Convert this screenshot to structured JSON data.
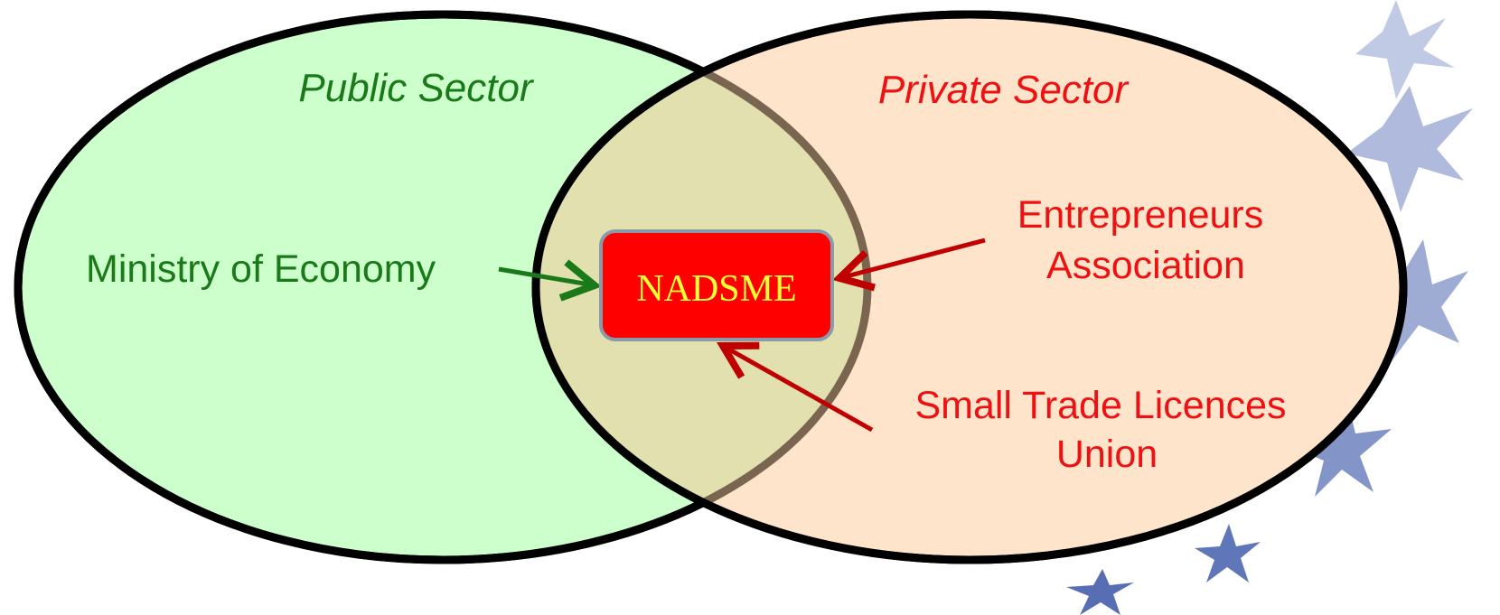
{
  "diagram": {
    "public_sector": {
      "title": "Public Sector",
      "fill_color": "#ccffcc",
      "title_color": "#1a7a1a"
    },
    "private_sector": {
      "title": "Private Sector",
      "fill_color": "#ffe4cc",
      "title_color": "#ee1111"
    },
    "overlap_color": "#e3e0b0",
    "center_box": {
      "label": "NADSME",
      "fill_color": "#ff0000",
      "text_color": "#ffff33",
      "border_color": "#8a9aa8"
    },
    "sources": {
      "ministry": {
        "label": "Ministry of Economy",
        "color": "#1a7a1a"
      },
      "entrepreneurs": {
        "line1": "Entrepreneurs",
        "line2": "Association",
        "color": "#ee1111"
      },
      "small_trade": {
        "line1": "Small Trade Licences",
        "line2": "Union",
        "color": "#ee1111"
      }
    },
    "arrow_colors": {
      "public": "#1a7a1a",
      "private": "#c00000"
    },
    "decoration": {
      "star_color": "#3a55a8"
    }
  }
}
